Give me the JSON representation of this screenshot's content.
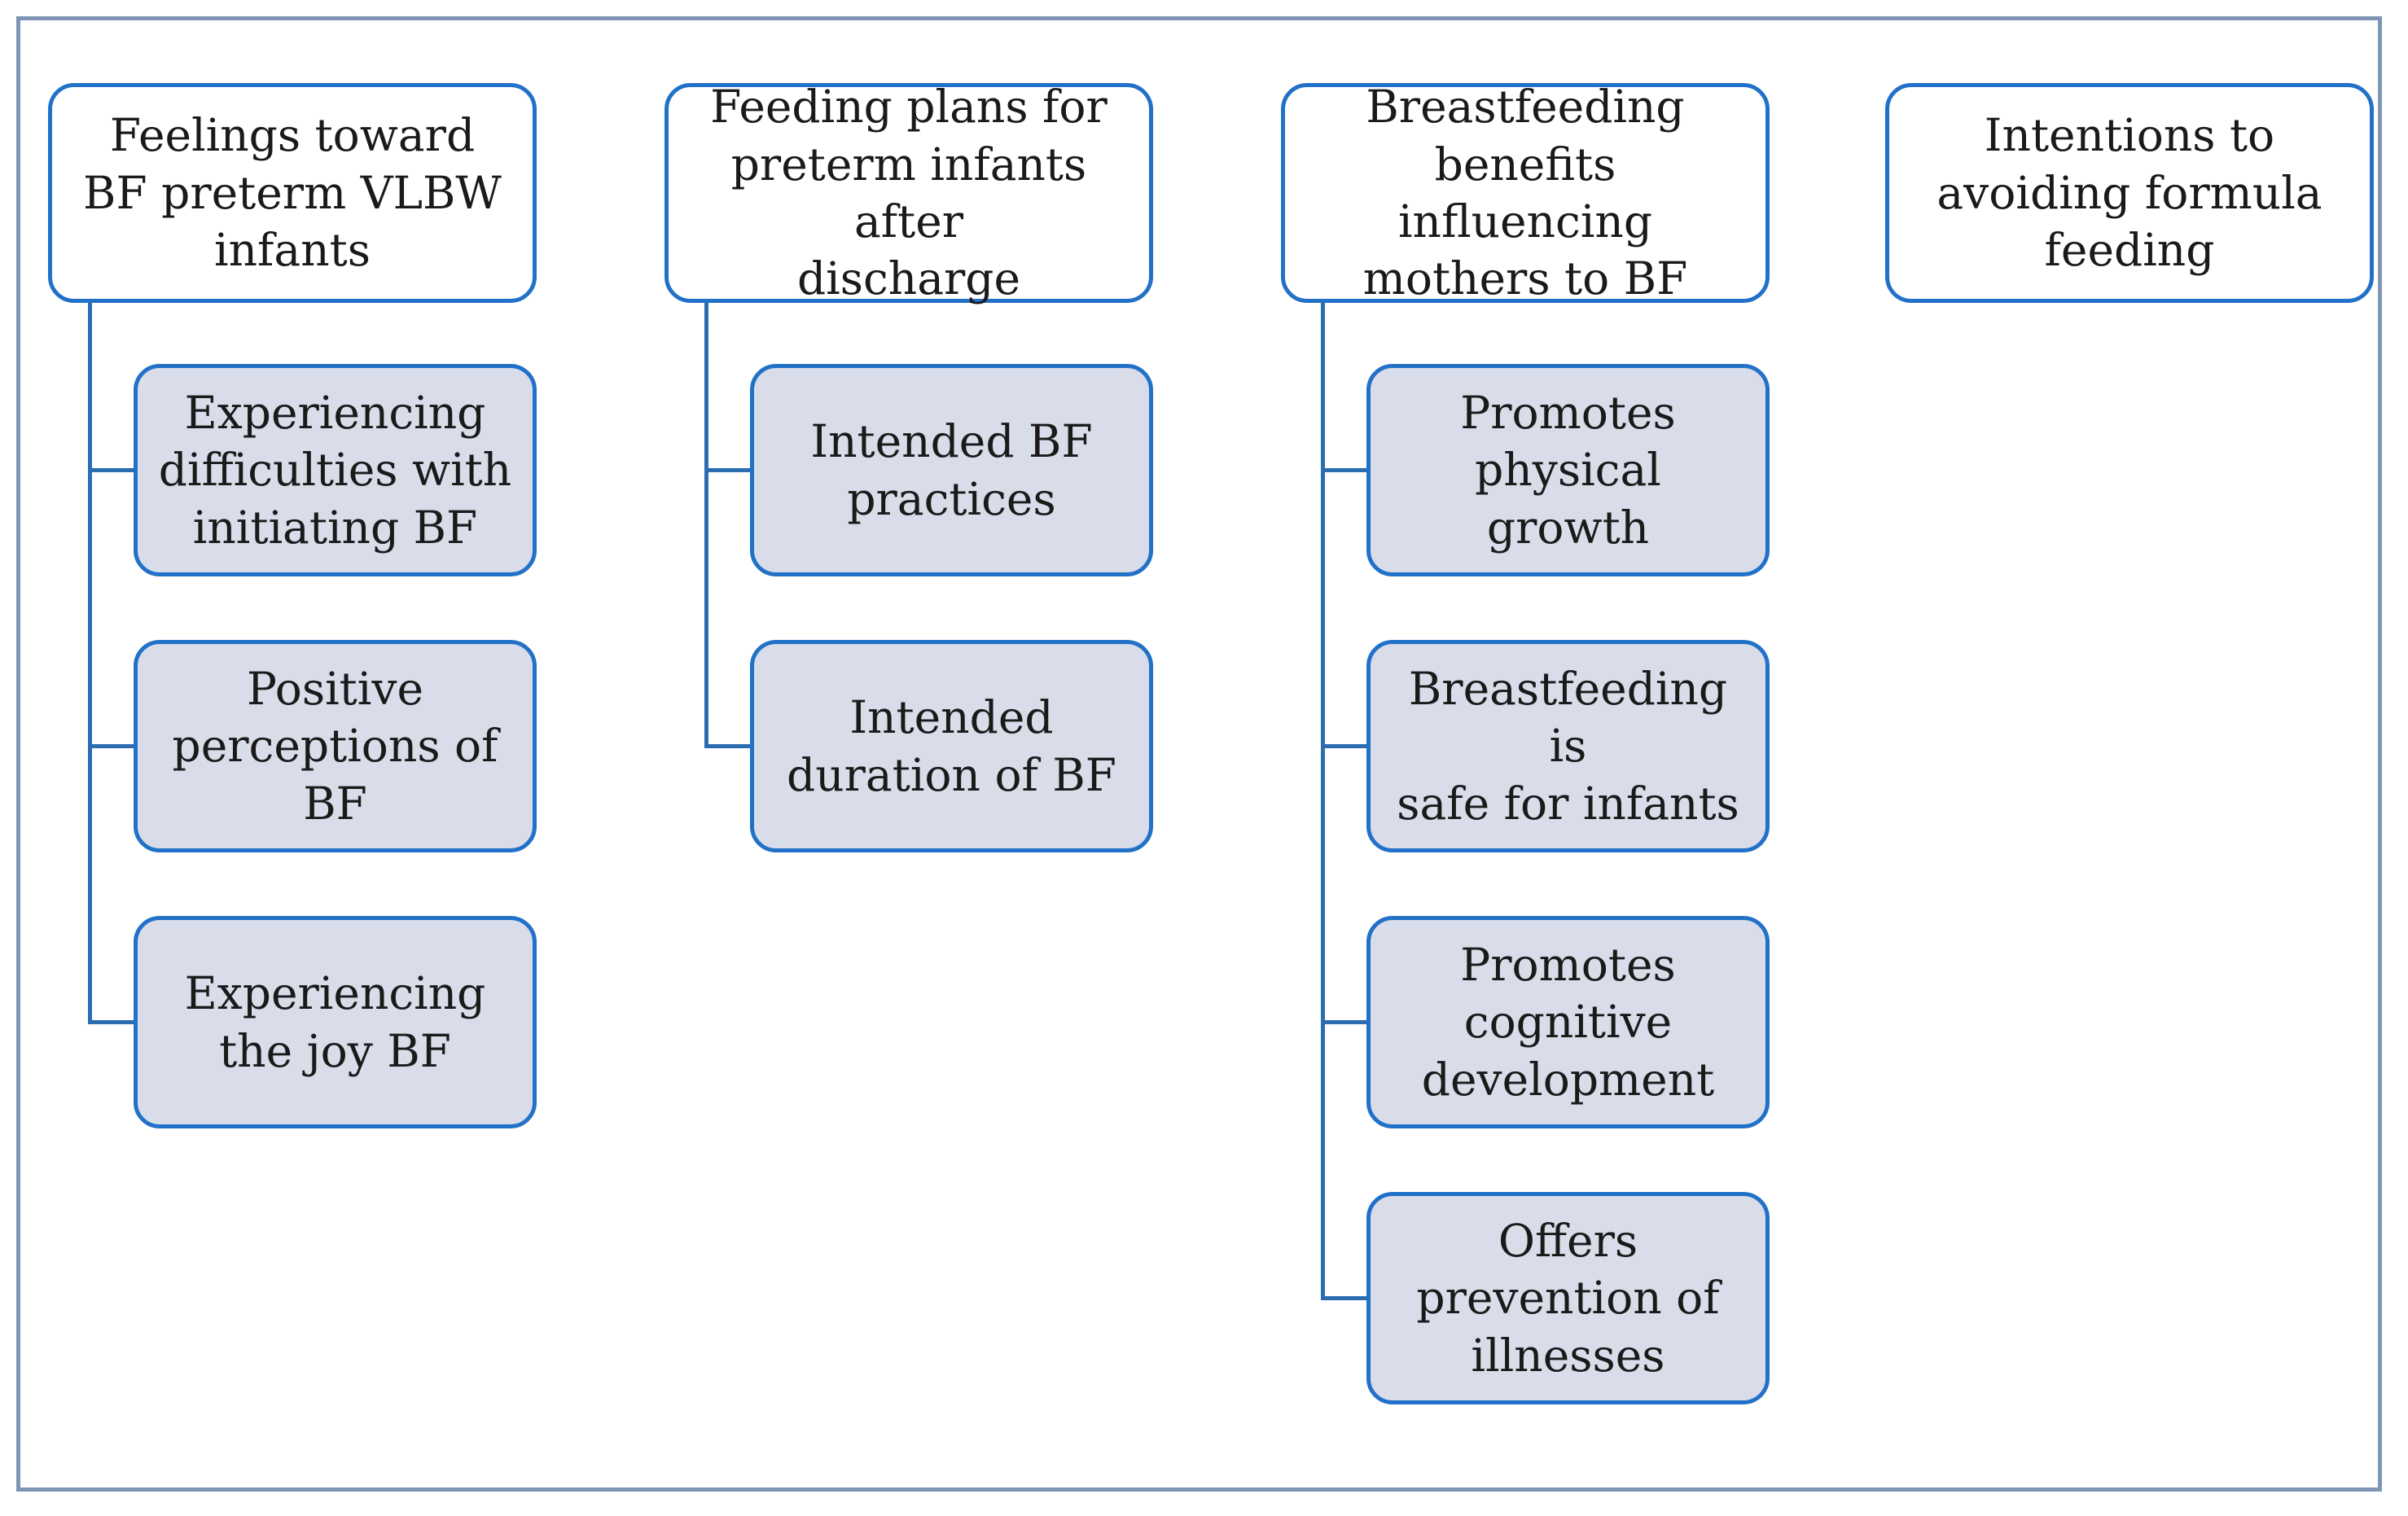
{
  "figure": {
    "columns": [
      {
        "header": "Feelings toward\nBF preterm VLBW\ninfants",
        "children": [
          "Experiencing\ndifficulties  with\ninitiating BF",
          "Positive\nperceptions  of\nBF",
          "Experiencing\nthe joy BF"
        ]
      },
      {
        "header": "Feeding plans for\npreterm infants after\ndischarge",
        "children": [
          "Intended BF\npractices",
          "Intended\nduration  of BF"
        ]
      },
      {
        "header": "Breastfeeding\nbenefits influencing\nmothers to BF",
        "children": [
          "Promotes\nphysical growth",
          "Breastfeeding is\nsafe for infants",
          "Promotes\ncognitive\ndevelopment",
          "Offers\nprevention  of\nillnesses"
        ]
      },
      {
        "header": "Intentions to\navoiding  formula\nfeeding",
        "children": []
      }
    ],
    "colors": {
      "box_border": "#2271C8",
      "connector": "#2C6CB0",
      "child_fill": "#D9DCE9",
      "header_fill": "#FFFFFF",
      "frame_border": "#7E96B4",
      "text": "#1A1A1A"
    }
  }
}
